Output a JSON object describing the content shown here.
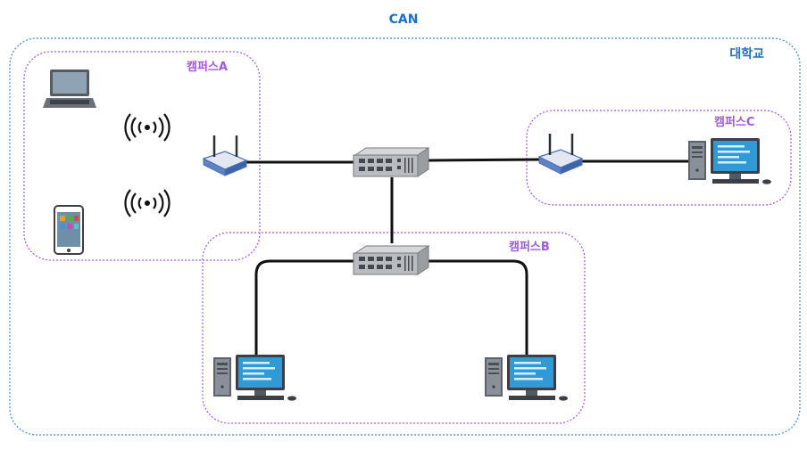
{
  "diagram": {
    "title": "CAN",
    "university_label": "대학교",
    "campus_a_label": "캠퍼스A",
    "campus_b_label": "캠퍼스B",
    "campus_c_label": "캠퍼스C",
    "colors": {
      "can_border": "#3f8ad6",
      "campus_border": "#a158e6",
      "link": "#111111",
      "router": "#4a6fb8",
      "switch": "#7a7a7a",
      "monitor": "#2f9ad6"
    }
  }
}
